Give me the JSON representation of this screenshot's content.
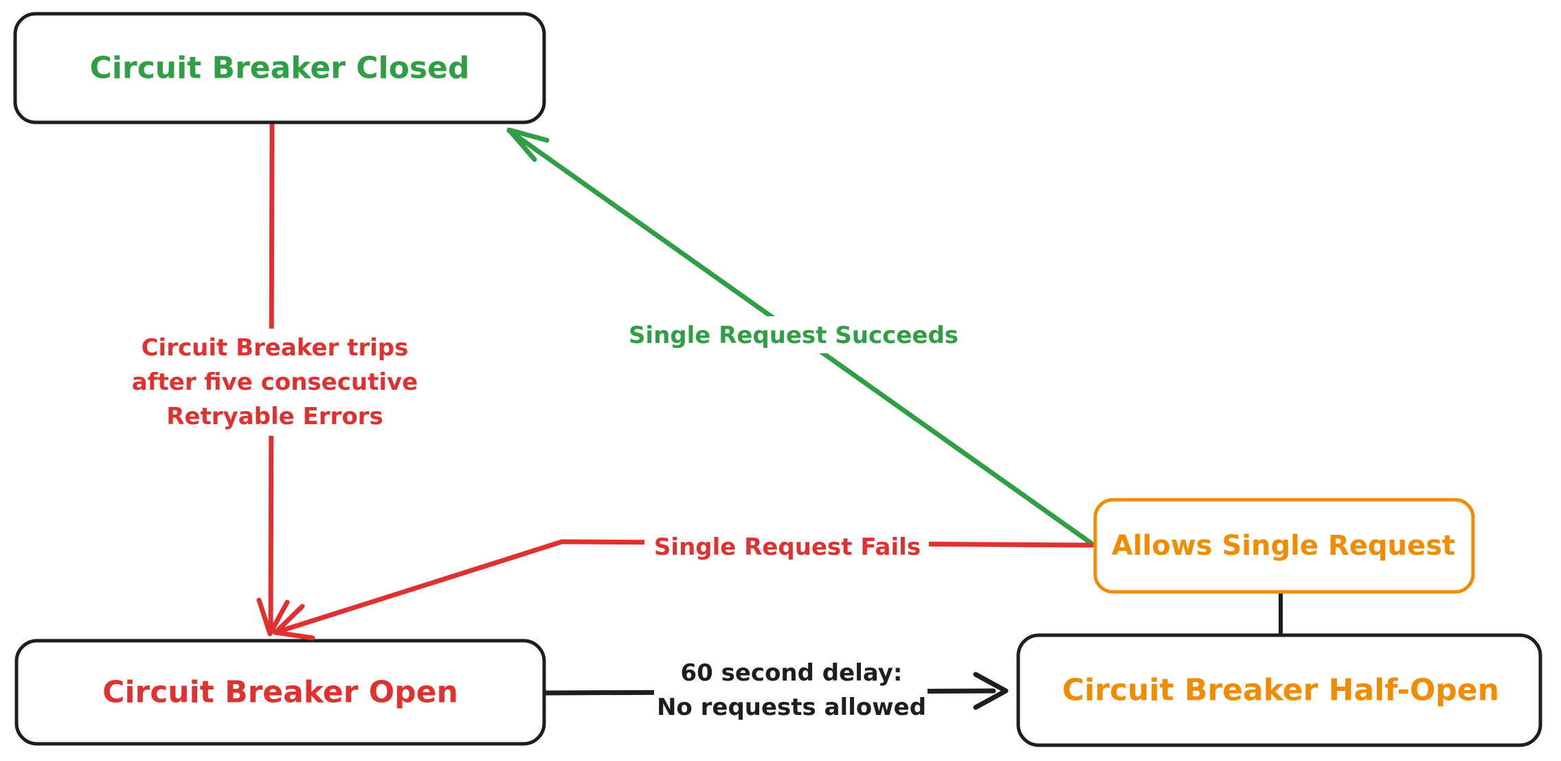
{
  "nodes": {
    "closed": {
      "label": "Circuit Breaker Closed",
      "text_color": "#2f9e44",
      "border_color": "#1e1e1e"
    },
    "open": {
      "label": "Circuit Breaker Open",
      "text_color": "#e03131",
      "border_color": "#1e1e1e"
    },
    "half_open": {
      "label": "Circuit Breaker Half-Open",
      "text_color": "#f08c00",
      "border_color": "#1e1e1e"
    },
    "allows": {
      "label": "Allows Single Request",
      "text_color": "#f08c00",
      "border_color": "#f08c00"
    }
  },
  "edges": {
    "trip": {
      "lines": [
        "Circuit Breaker trips",
        "after five consecutive",
        "Retryable Errors"
      ],
      "color": "#e03131"
    },
    "succeeds": {
      "label": "Single Request Succeeds",
      "color": "#2f9e44"
    },
    "fails": {
      "label": "Single Request Fails",
      "color": "#e03131"
    },
    "delay": {
      "lines": [
        "60 second delay:",
        "No requests allowed"
      ],
      "color": "#1e1e1e"
    },
    "connector": {
      "color": "#1e1e1e"
    }
  },
  "colors": {
    "background": "#ffffff",
    "green": "#2f9e44",
    "red": "#e03131",
    "orange": "#f08c00",
    "black": "#1e1e1e"
  }
}
